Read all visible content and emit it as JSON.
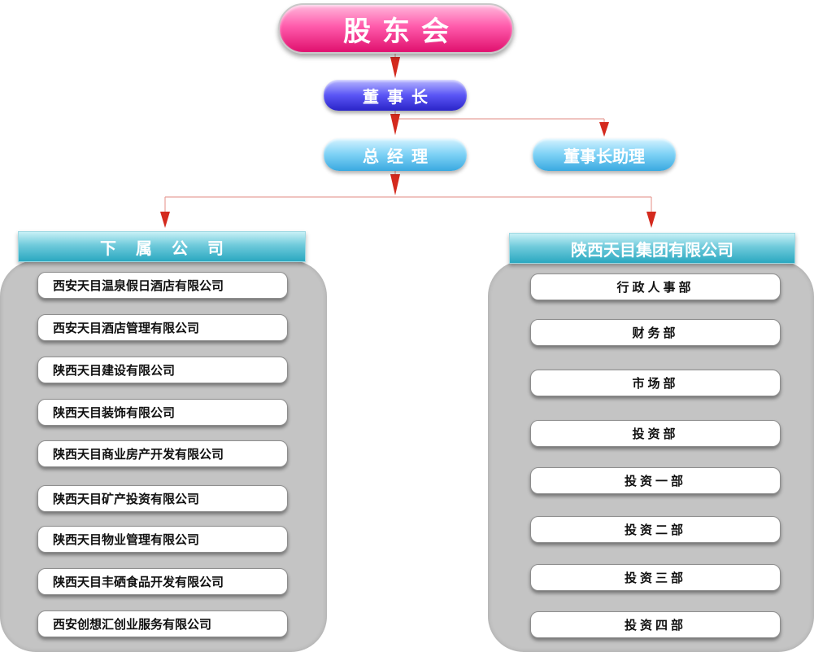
{
  "top": {
    "shareholders": "股东会"
  },
  "chairman": "董事长",
  "manager": "总经理",
  "assistant": "董事长助理",
  "subsidiaries": {
    "header": "下属公司",
    "items": [
      "西安天目温泉假日酒店有限公司",
      "西安天目酒店管理有限公司",
      "陕西天目建设有限公司",
      "陕西天目装饰有限公司",
      "陕西天目商业房产开发有限公司",
      "陕西天目矿产投资有限公司",
      "陕西天目物业管理有限公司",
      "陕西天目丰硒食品开发有限公司",
      "西安创想汇创业服务有限公司"
    ]
  },
  "group": {
    "header": "陕西天目集团有限公司",
    "items": [
      "行政人事部",
      "财务部",
      "市场部",
      "投资部",
      "投资一部",
      "投资二部",
      "投资三部",
      "投资四部"
    ]
  },
  "colors": {
    "connector": "#e8a09a",
    "arrow": "#d42a1e"
  }
}
